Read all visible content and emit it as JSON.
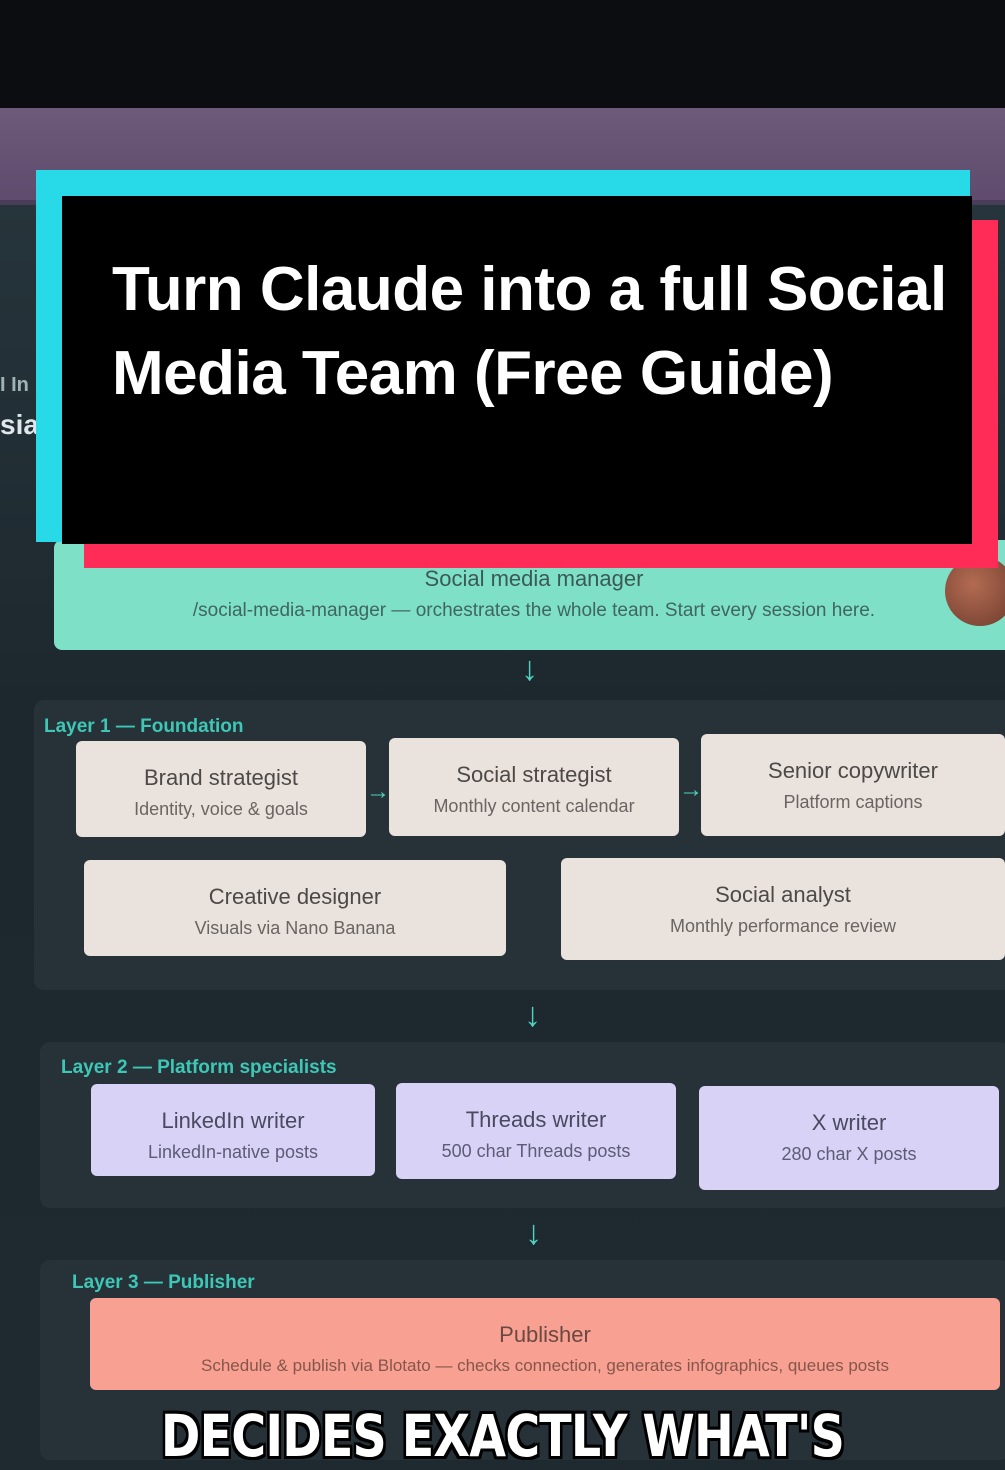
{
  "background_text": {
    "left_fragment_1": "I In",
    "left_fragment_2": "sia"
  },
  "overlay_title": "Turn Claude into a full Social Media Team (Free Guide)",
  "manager": {
    "name": "Social media manager",
    "description": "/social-media-manager — orchestrates the whole team. Start every session here."
  },
  "layer1": {
    "label": "Layer 1 — Foundation",
    "roles": [
      {
        "title": "Brand strategist",
        "subtitle": "Identity, voice & goals"
      },
      {
        "title": "Social strategist",
        "subtitle": "Monthly content calendar"
      },
      {
        "title": "Senior copywriter",
        "subtitle": "Platform captions"
      },
      {
        "title": "Creative designer",
        "subtitle": "Visuals via Nano Banana"
      },
      {
        "title": "Social analyst",
        "subtitle": "Monthly performance review"
      }
    ]
  },
  "layer2": {
    "label": "Layer 2 — Platform specialists",
    "roles": [
      {
        "title": "LinkedIn writer",
        "subtitle": "LinkedIn-native posts"
      },
      {
        "title": "Threads writer",
        "subtitle": "500 char Threads posts"
      },
      {
        "title": "X writer",
        "subtitle": "280 char X posts"
      }
    ]
  },
  "layer3": {
    "label": "Layer 3 — Publisher",
    "roles": [
      {
        "title": "Publisher",
        "subtitle": "Schedule & publish via Blotato — checks connection, generates infographics, queues posts"
      }
    ]
  },
  "arrows": {
    "down": "↓",
    "right": "→"
  },
  "caption": "DECIDES EXACTLY WHAT'S",
  "colors": {
    "accent": "#3ec7b6",
    "manager_fill": "#7fe0c8",
    "foundation_fill": "#eae2dc",
    "specialist_fill": "#d8d3f6",
    "publisher_fill": "#f8a193",
    "title_card_cyan": "#28d9e8",
    "title_card_red": "#ff2c57"
  }
}
